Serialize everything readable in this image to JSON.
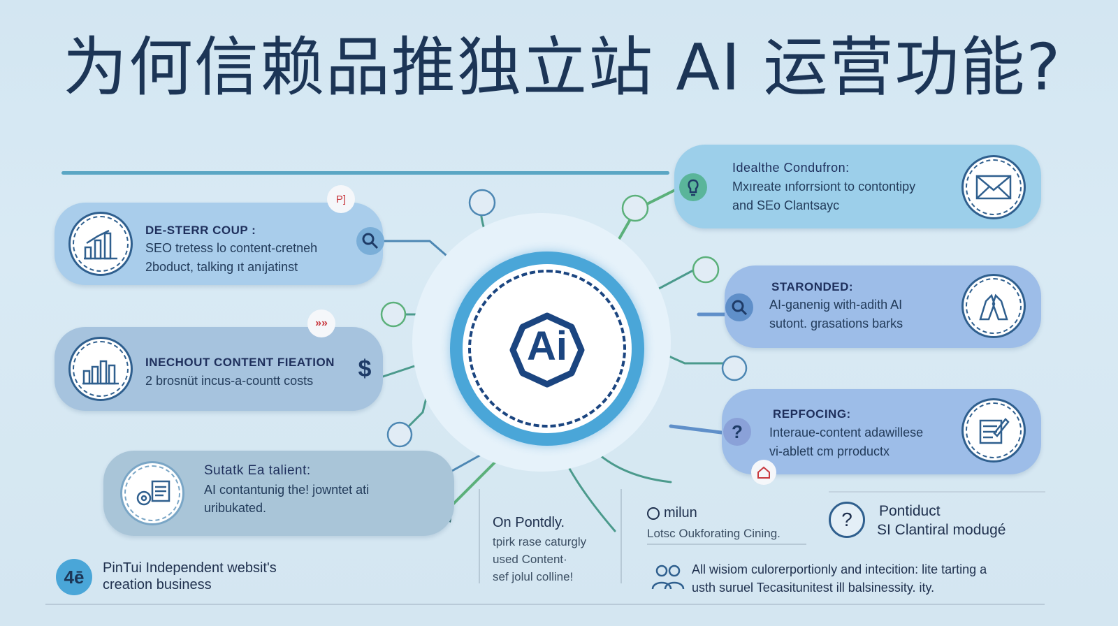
{
  "title": "为何信赖品推独立站 AI 运营功能?",
  "colors": {
    "navy": "#1c3556",
    "accent": "#4aa6d8",
    "green": "#5bb07a",
    "card_blue": "#a9cdeb"
  },
  "center": {
    "label": "Ai"
  },
  "left_cards": [
    {
      "heading": "DE-STERR COUP :",
      "line1": "SEO tretess lo content-cretneh",
      "line2": "2boduct, talking ıt anıjatinst",
      "icon": "bar-chart-icon",
      "badge": "P]",
      "side_icon": "search-user-icon"
    },
    {
      "heading": "INECHOUT CONTENT FIEATION",
      "line1": "2 brosnüt incus-a-countt costs",
      "icon": "bar-chart-icon",
      "badge": "»»",
      "side_icon": "dollar-icon"
    },
    {
      "heading": "Sutatk Ea talient:",
      "line1": "AI contantunig the! jowntet ati",
      "line2": "uribukated.",
      "icon": "gear-document-icon"
    }
  ],
  "right_cards": [
    {
      "heading": "Idealthe Condufron:",
      "line1": "Mxıreate ınforrsiont to contontipy",
      "line2": "and SEo Clantsayc",
      "icon": "envelope-icon",
      "side_icon": "lightbulb-icon"
    },
    {
      "heading": "STARONDED:",
      "line1": "AI-ganenig with-adith AI",
      "line2": "sutont. grasations barks",
      "icon": "hands-icon",
      "side_icon": "magnifier-icon"
    },
    {
      "heading": "REPFOCING:",
      "line1": "Interaue-content adawillese",
      "line2": "vi-ablett cm prroductx",
      "icon": "edit-document-icon",
      "side_icon": "question-icon"
    }
  ],
  "bottom": {
    "brand_logo_text": "4ē",
    "brand_line1": "PinTui Independent websit's",
    "brand_line2": "creation business",
    "col1_heading": "On  Pontdly.",
    "col1_line1": "tpirk rase caturgly",
    "col1_line2": "used Content·",
    "col1_line3": "sef jolul colline!",
    "col2_heading": "milun",
    "col2_line1": "Lotsc Oukforating Cining.",
    "col3_heading": "Pontiduct",
    "col3_line2": "SI Clantiral modugé",
    "col3_icon_text": "?",
    "col4_line1": "All wisiom culorerportionly and intecition: lite tarting a",
    "col4_line2": "usth suruel Tecasitunitest ill balsinessity. ity."
  }
}
